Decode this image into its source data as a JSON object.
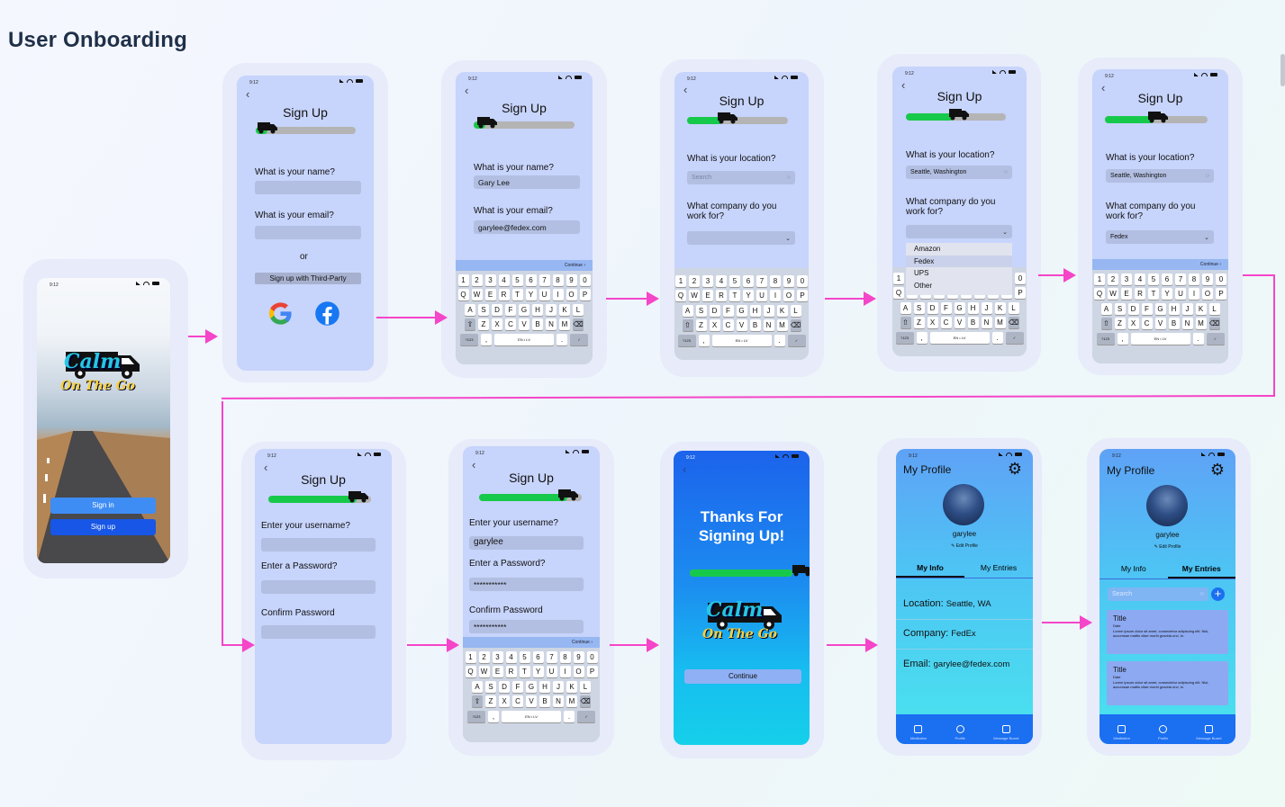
{
  "page": {
    "title": "User Onboarding"
  },
  "status": {
    "time": "9:12"
  },
  "welcome": {
    "logo_line1": "Calm",
    "logo_line2": "On The Go",
    "signin": "Sign in",
    "signup": "Sign up"
  },
  "signup": {
    "heading": "Sign Up",
    "name_q": "What is your name?",
    "email_q": "What is your email?",
    "or": "or",
    "third_party": "Sign up with Third-Party",
    "name_value": "Gary Lee",
    "email_value": "garylee@fedex.com",
    "location_q": "What is your location?",
    "search_placeholder": "Search",
    "company_q": "What company do you work for?",
    "location_value": "Seattle, Washington",
    "company_options": [
      "Amazon",
      "Fedex",
      "UPS",
      "Other"
    ],
    "company_value": "Fedex",
    "username_q": "Enter your username?",
    "password_q": "Enter a Password?",
    "confirm_q": "Confirm Password",
    "username_value": "garylee",
    "password_mask": "***********",
    "continue_small": "Continue"
  },
  "keyboard": {
    "row1": [
      "1",
      "2",
      "3",
      "4",
      "5",
      "6",
      "7",
      "8",
      "9",
      "0"
    ],
    "row2": [
      "Q",
      "W",
      "E",
      "R",
      "T",
      "Y",
      "U",
      "I",
      "O",
      "P"
    ],
    "row3": [
      "A",
      "S",
      "D",
      "F",
      "G",
      "H",
      "J",
      "K",
      "L"
    ],
    "row4": [
      "Z",
      "X",
      "C",
      "V",
      "B",
      "N",
      "M"
    ],
    "num_key": "?123",
    "comma_key": ",",
    "space_key": "EN • LV",
    "period_key": "."
  },
  "thanks": {
    "line1": "Thanks For",
    "line2": "Signing Up!",
    "continue": "Continue"
  },
  "profile": {
    "title": "My Profile",
    "username": "garylee",
    "edit": "Edit Profile",
    "tab_info": "My Info",
    "tab_entries": "My Entries",
    "location_label": "Location:",
    "location_value": "Seattle, WA",
    "company_label": "Company:",
    "company_value": "FedEx",
    "email_label": "Email:",
    "email_value": "garylee@fedex.com",
    "search_placeholder": "Search",
    "entry_title": "Title",
    "entry_date": "Date",
    "entry_body": "Lorem ipsum dolor sit amet, consectetur adipiscing elit. Nisi, accumsan mattis vitae morbi gravida orci, in.",
    "nav": [
      "Meditation",
      "Profile",
      "Message Board"
    ]
  },
  "colors": {
    "accent": "#f545c9",
    "progress": "#17c94a",
    "primary": "#1b6ff1",
    "phone_bg": "#c7d4fb"
  }
}
